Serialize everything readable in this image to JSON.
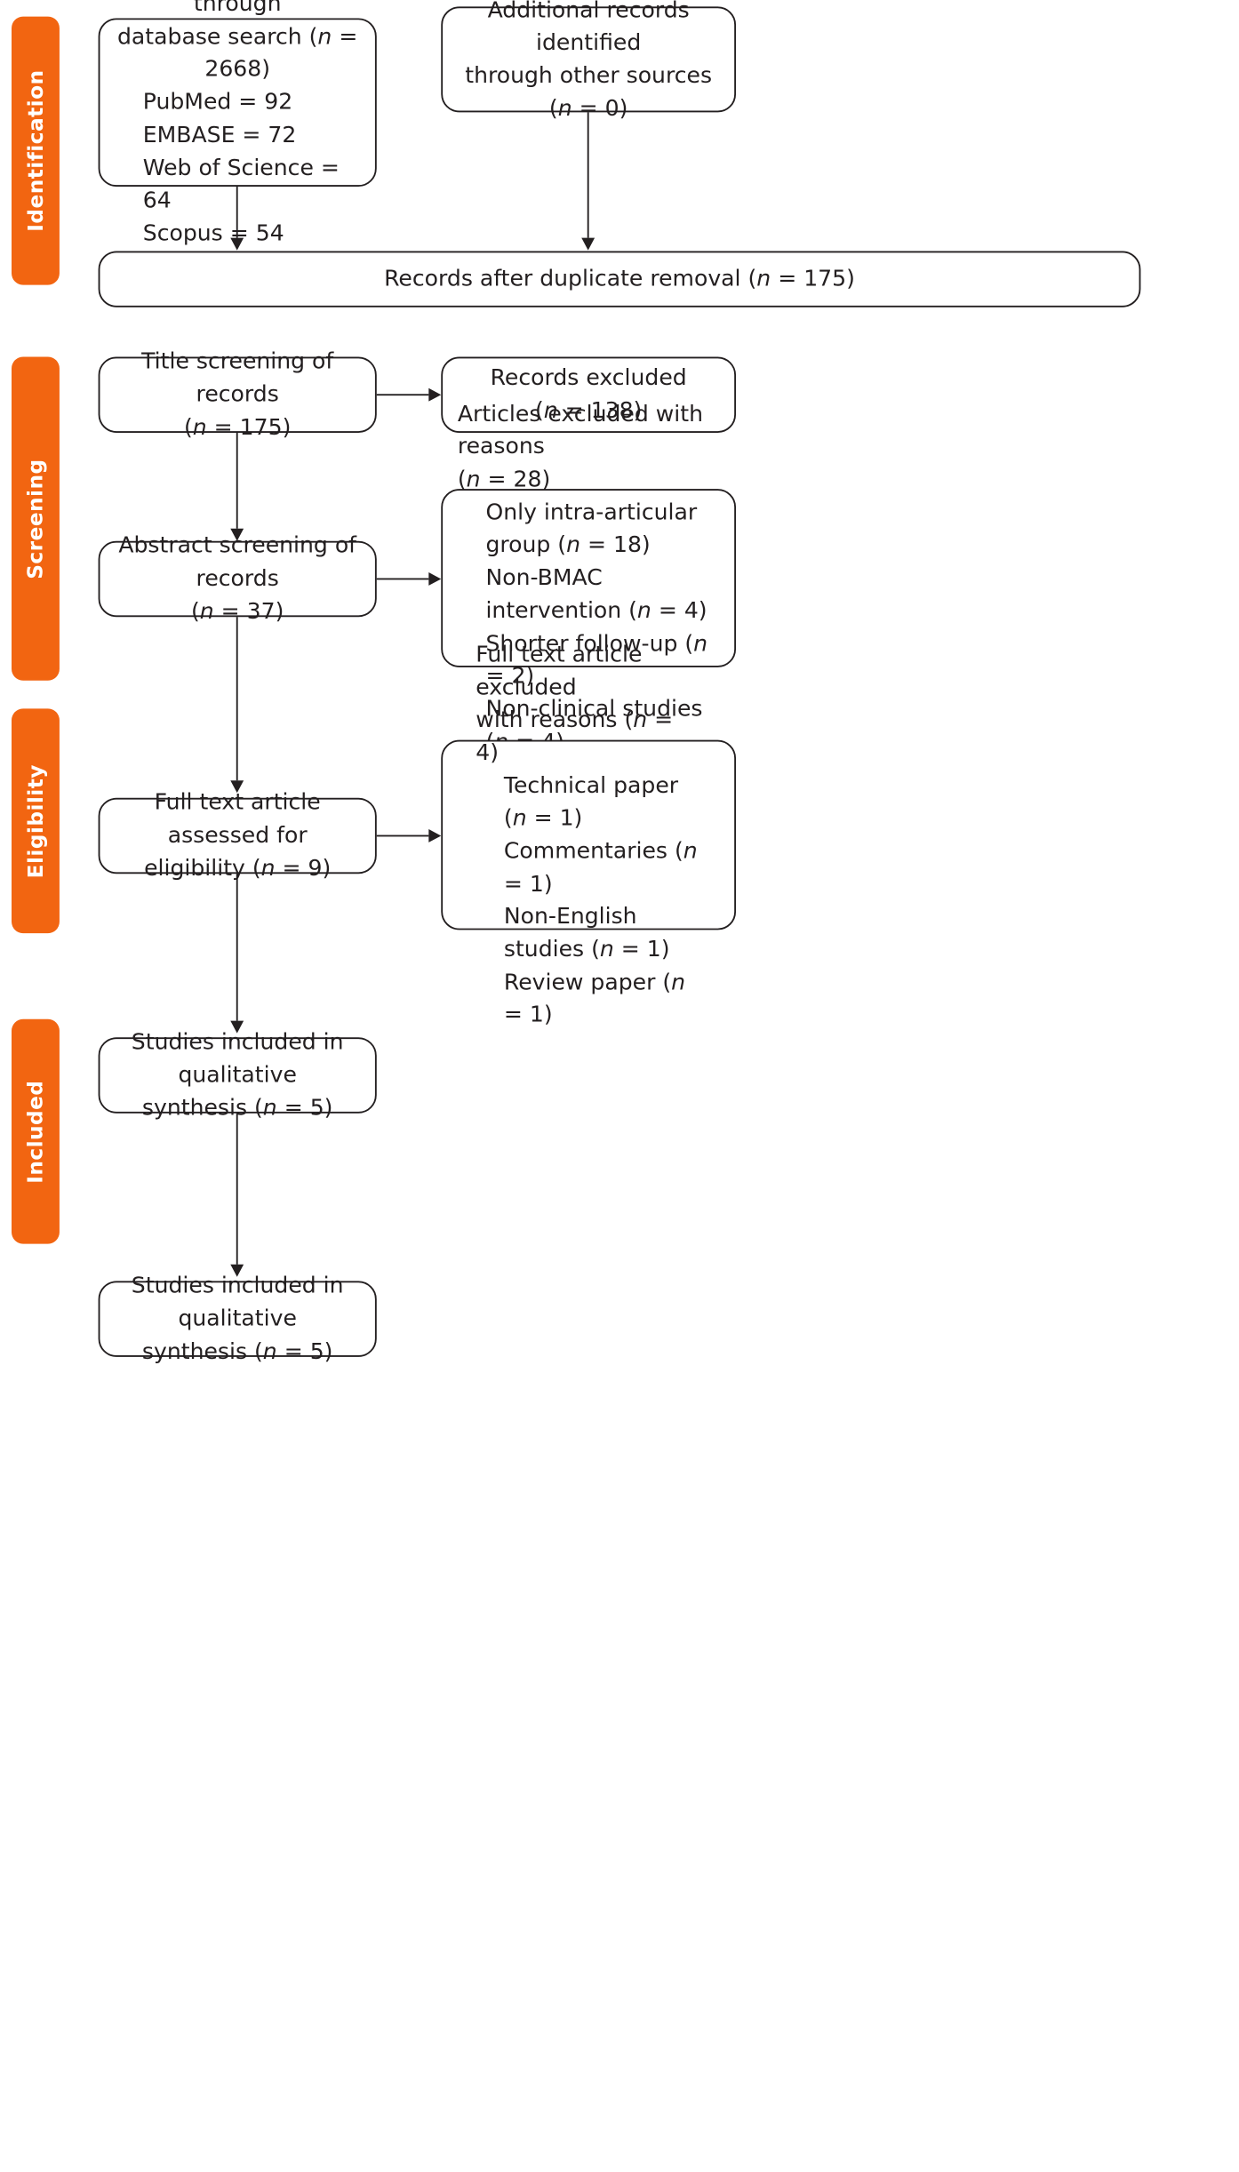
{
  "diagram": {
    "type": "prisma-flow-diagram",
    "accent_color": "#F26511",
    "line_color": "#231f20",
    "background": "#ffffff"
  },
  "phases": [
    {
      "label": "Identification"
    },
    {
      "label": "Screening"
    },
    {
      "label": "Eligibility"
    },
    {
      "label": "Included"
    }
  ],
  "boxes": {
    "identified": {
      "line1": "Records identified through",
      "line2_pre": "database search (",
      "line2_it": "n",
      "line2_post": " = 2668)",
      "sources": [
        "PubMed = 92",
        "EMBASE = 72",
        "Web of Science = 64",
        "Scopus = 54"
      ]
    },
    "additional": {
      "line1": "Additional records identified",
      "line2": "through other sources",
      "line3_pre": "(",
      "line3_it": "n",
      "line3_post": " = 0)"
    },
    "duplicates": {
      "pre": "Records after duplicate removal (",
      "it": "n",
      "post": " = 175)"
    },
    "title_screen": {
      "line1": "Title screening of records",
      "line2_pre": "(",
      "line2_it": "n",
      "line2_post": " = 175)"
    },
    "records_excluded": {
      "line1": "Records excluded",
      "line2_pre": "(",
      "line2_it": "n",
      "line2_post": " = 138)"
    },
    "abstract_screen": {
      "line1": "Abstract screening of records",
      "line2_pre": "(",
      "line2_it": "n",
      "line2_post": " = 37)"
    },
    "articles_excluded": {
      "line1": "Articles excluded with reasons",
      "line2_pre": "(",
      "line2_it": "n",
      "line2_post": " = 28)",
      "reasons": [
        {
          "pre": "Only intra-articular group (",
          "it": "n",
          "post": " = 18)"
        },
        {
          "pre": "Non-BMAC intervention (",
          "it": "n",
          "post": " = 4)"
        },
        {
          "pre": "Shorter follow-up (",
          "it": "n",
          "post": " = 2)"
        },
        {
          "pre": "Non-clinical studies (",
          "it": "n",
          "post": " = 4)"
        }
      ]
    },
    "fulltext_assessed": {
      "line1": "Full text article assessed for",
      "line2_pre": "eligibility (",
      "line2_it": "n",
      "line2_post": " = 9)"
    },
    "fulltext_excluded": {
      "line1": "Full text article excluded",
      "line2_pre": "with reasons (",
      "line2_it": "n",
      "line2_post": " = 4)",
      "reasons": [
        {
          "pre": "Technical paper (",
          "it": "n",
          "post": " = 1)"
        },
        {
          "pre": "Commentaries (",
          "it": "n",
          "post": " = 1)"
        },
        {
          "pre": "Non-English studies (",
          "it": "n",
          "post": " = 1)"
        },
        {
          "pre": "Review paper (",
          "it": "n",
          "post": " = 1)"
        }
      ]
    },
    "qualitative_1": {
      "line1": "Studies included in qualitative",
      "line2_pre": "synthesis (",
      "line2_it": "n",
      "line2_post": " = 5)"
    },
    "qualitative_2": {
      "line1": "Studies included in qualitative",
      "line2_pre": "synthesis (",
      "line2_it": "n",
      "line2_post": " = 5)"
    }
  }
}
